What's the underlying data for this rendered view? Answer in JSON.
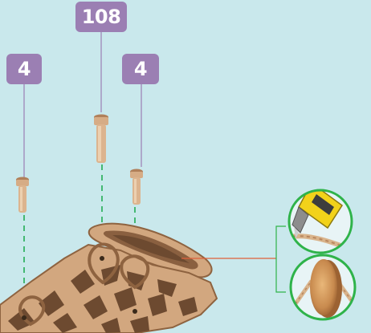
{
  "callouts": [
    {
      "quantity": "4"
    },
    {
      "quantity": "108"
    },
    {
      "quantity": "4"
    }
  ],
  "colors": {
    "background": "#c9e8ec",
    "badge": "#9b7fb3",
    "wood": "#cfa57e",
    "guide_line": "#17a84a",
    "leader_line": "#e0603a",
    "detail_circle": "#2fb34a",
    "cutter_blade": "#f2d21a"
  },
  "icons": [
    "peg-icon",
    "wood-panel-icon",
    "utility-knife-icon",
    "wooden-disc-icon"
  ]
}
